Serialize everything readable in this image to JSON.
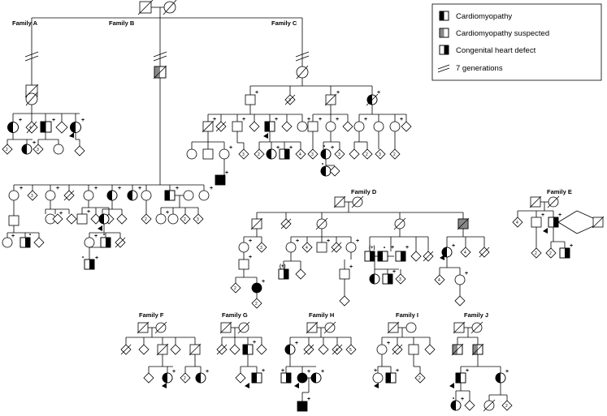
{
  "families": {
    "a": "Family A",
    "b": "Family B",
    "c": "Family C",
    "d": "Family D",
    "e": "Family E",
    "f": "Family F",
    "g": "Family G",
    "h": "Family H",
    "i": "Family I",
    "j": "Family J"
  },
  "legend": {
    "cardiomyopathy": "Cardiomyopathy",
    "suspected": "Cardiomyopathy suspected",
    "chd": "Congenital heart defect",
    "generations": "7 generations"
  },
  "markers": {
    "plus": "+",
    "plus_paren": "(+)",
    "dot": "•"
  },
  "counts": {
    "n2": "2",
    "n3": "3",
    "n4": "4",
    "n5": "5"
  },
  "colors": {
    "affected": "#000000",
    "suspected": "#888888",
    "line": "#000000"
  }
}
